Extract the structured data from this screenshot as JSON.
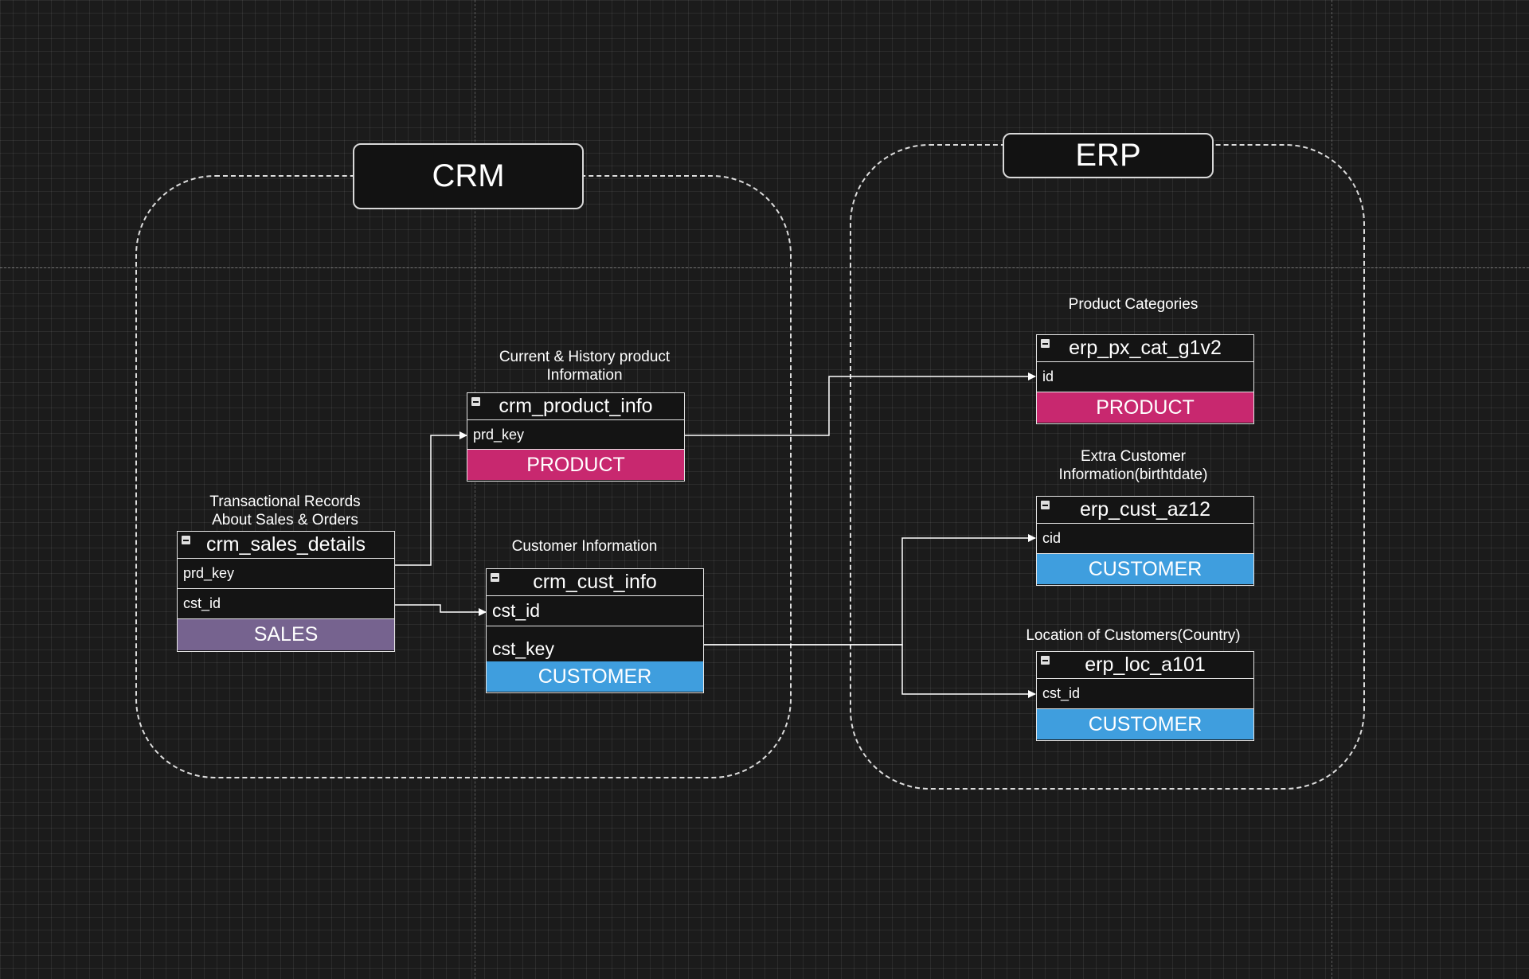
{
  "colors": {
    "background": "#1b1b1b",
    "connector": "#ffffff",
    "tag_product": "#c8286f",
    "tag_customer": "#3f9ede",
    "tag_sales": "#76638f"
  },
  "groups": {
    "crm": {
      "title": "CRM"
    },
    "erp": {
      "title": "ERP"
    }
  },
  "entities": {
    "crm_sales_details": {
      "caption": [
        "Transactional Records",
        "About Sales & Orders"
      ],
      "name": "crm_sales_details",
      "fields": [
        "prd_key",
        "cst_id"
      ],
      "tag": "SALES"
    },
    "crm_product_info": {
      "caption": [
        "Current & History product",
        "Information"
      ],
      "name": "crm_product_info",
      "fields": [
        "prd_key"
      ],
      "tag": "PRODUCT"
    },
    "crm_cust_info": {
      "caption": [
        "Customer Information"
      ],
      "name": "crm_cust_info",
      "fields": [
        "cst_id",
        "cst_key"
      ],
      "tag": "CUSTOMER"
    },
    "erp_px_cat_g1v2": {
      "caption": [
        "Product  Categories"
      ],
      "name": "erp_px_cat_g1v2",
      "fields": [
        "id"
      ],
      "tag": "PRODUCT"
    },
    "erp_cust_az12": {
      "caption": [
        "Extra Customer",
        "Information(birthtdate)"
      ],
      "name": "erp_cust_az12",
      "fields": [
        "cid"
      ],
      "tag": "CUSTOMER"
    },
    "erp_loc_a101": {
      "caption": [
        "Location of Customers(Country)"
      ],
      "name": "erp_loc_a101",
      "fields": [
        "cst_id"
      ],
      "tag": "CUSTOMER"
    }
  },
  "relationships": [
    {
      "from": "crm_sales_details.prd_key",
      "to": "crm_product_info.prd_key"
    },
    {
      "from": "crm_sales_details.cst_id",
      "to": "crm_cust_info.cst_id"
    },
    {
      "from": "crm_product_info.prd_key",
      "to": "erp_px_cat_g1v2.id"
    },
    {
      "from": "crm_cust_info.cst_key",
      "to": "erp_cust_az12.cid"
    },
    {
      "from": "crm_cust_info.cst_key",
      "to": "erp_loc_a101.cst_id"
    }
  ]
}
